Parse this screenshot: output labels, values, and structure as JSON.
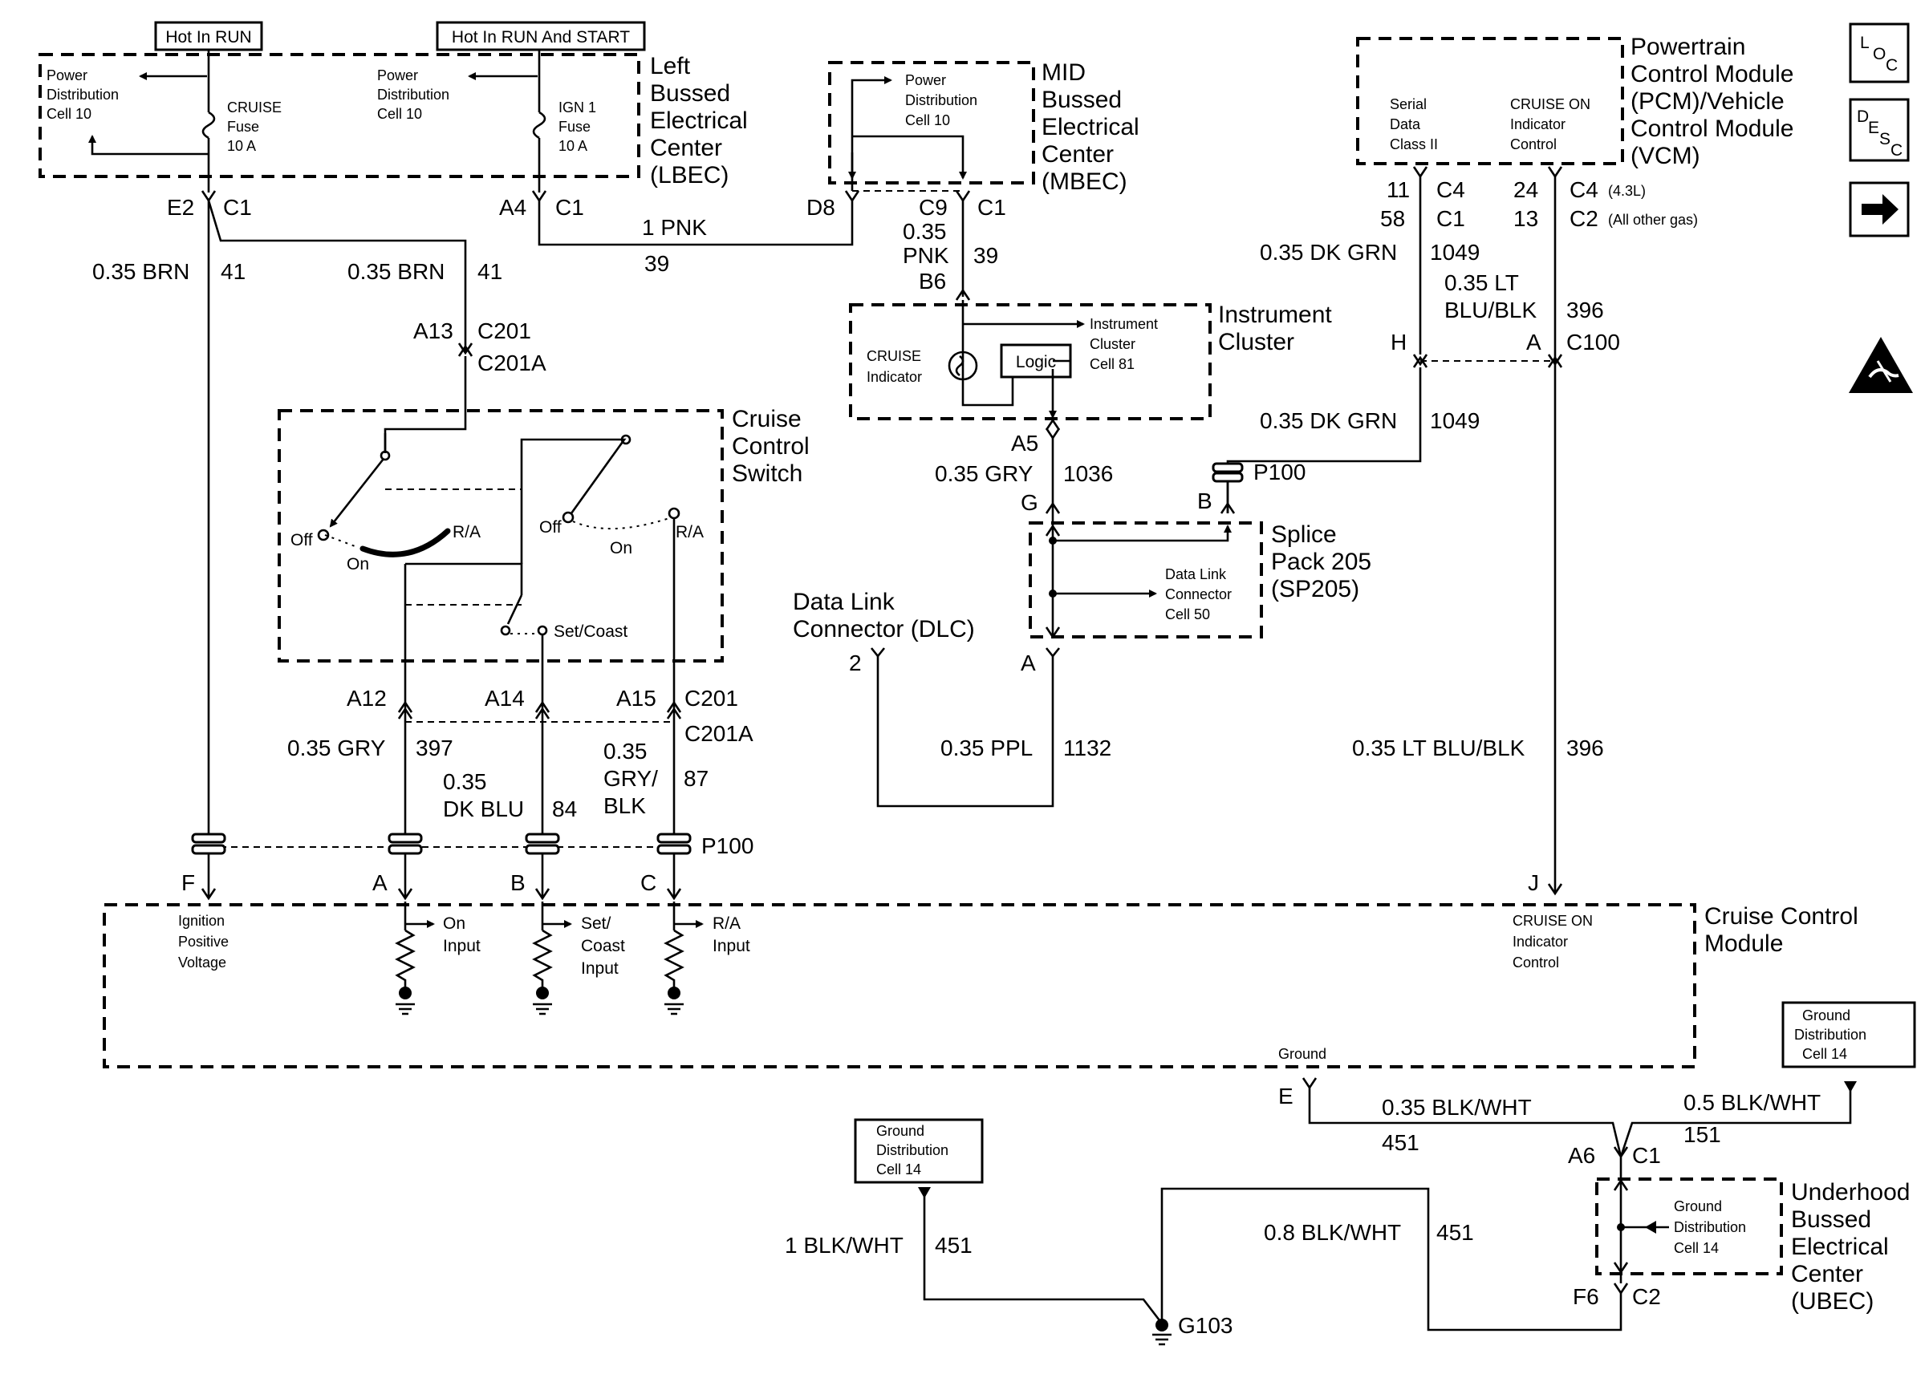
{
  "components": {
    "lbec": {
      "title": [
        "Left",
        "Bussed",
        "Electrical",
        "Center",
        "(LBEC)"
      ],
      "hot_run": "Hot In RUN",
      "hot_run_start": "Hot In RUN And START",
      "pd_left": [
        "Power",
        "Distribution",
        "Cell 10"
      ],
      "cruise_fuse": [
        "CRUISE",
        "Fuse",
        "10 A"
      ],
      "pd_mid": [
        "Power",
        "Distribution",
        "Cell 10"
      ],
      "ign_fuse": [
        "IGN 1",
        "Fuse",
        "10 A"
      ]
    },
    "mbec": {
      "title": [
        "MID",
        "Bussed",
        "Electrical",
        "Center",
        "(MBEC)"
      ],
      "pd": [
        "Power",
        "Distribution",
        "Cell 10"
      ]
    },
    "pcm": {
      "title": [
        "Powertrain",
        "Control Module",
        "(PCM)/Vehicle",
        "Control Module",
        "(VCM)"
      ],
      "serial": [
        "Serial",
        "Data",
        "Class II"
      ],
      "cruise_on": [
        "CRUISE ON",
        "Indicator",
        "Control"
      ]
    },
    "cluster": {
      "title": [
        "Instrument",
        "Cluster"
      ],
      "cruise_indicator": [
        "CRUISE",
        "Indicator"
      ],
      "logic": "Logic",
      "ic_cell": [
        "Instrument",
        "Cluster",
        "Cell 81"
      ]
    },
    "switch": {
      "title": [
        "Cruise",
        "Control",
        "Switch"
      ],
      "off1": "Off",
      "on1": "On",
      "ra1": "R/A",
      "off2": "Off",
      "on2": "On",
      "ra2": "R/A",
      "set_coast": "Set/Coast"
    },
    "splice": {
      "title": [
        "Splice",
        "Pack 205",
        "(SP205)"
      ],
      "dlc_cell": [
        "Data Link",
        "Connector",
        "Cell 50"
      ]
    },
    "dlc": {
      "title": [
        "Data Link",
        "Connector (DLC)"
      ]
    },
    "ccm": {
      "title": [
        "Cruise Control",
        "Module"
      ],
      "ign_pos": [
        "Ignition",
        "Positive",
        "Voltage"
      ],
      "on_input": [
        "On",
        "Input"
      ],
      "set_input": [
        "Set/",
        "Coast",
        "Input"
      ],
      "ra_input": [
        "R/A",
        "Input"
      ],
      "cruise_on": [
        "CRUISE ON",
        "Indicator",
        "Control"
      ],
      "ground": "Ground"
    },
    "ubec": {
      "title": [
        "Underhood",
        "Bussed",
        "Electrical",
        "Center",
        "(UBEC)"
      ],
      "gd": [
        "Ground",
        "Distribution",
        "Cell 14"
      ]
    },
    "gd_right": [
      "Ground",
      "Distribution",
      "Cell 14"
    ],
    "gd_left": [
      "Ground",
      "Distribution",
      "Cell 14"
    ],
    "ground": "G103"
  },
  "icons": {
    "loc": "LOC",
    "desc": "DESC",
    "arrow": "right-arrow-icon",
    "esd": "esd-warning-icon"
  },
  "pins": {
    "e2": "E2",
    "c1_e2": "C1",
    "a4": "A4",
    "c1_a4": "C1",
    "d8": "D8",
    "c9": "C9",
    "c1_c9": "C1",
    "b6": "B6",
    "a13": "A13",
    "c201_a13": "C201",
    "c201a_a13": "C201A",
    "a5": "A5",
    "g": "G",
    "b": "B",
    "p100_b": "P100",
    "a_dlc": "A",
    "pin2": "2",
    "a12": "A12",
    "a14": "A14",
    "a15": "A15",
    "c201": "C201",
    "c201a": "C201A",
    "p100": "P100",
    "f": "F",
    "a": "A",
    "b2": "B",
    "c": "C",
    "j": "J",
    "p11": "11",
    "c4": "C4",
    "p58": "58",
    "c1_58": "C1",
    "p24": "24",
    "c4b": "C4",
    "c4_note": "(4.3L)",
    "p13": "13",
    "c2": "C2",
    "c2_note": "(All other gas)",
    "h": "H",
    "a_c100": "A",
    "c100": "C100",
    "e": "E",
    "a6": "A6",
    "c1_a6": "C1",
    "f6": "F6",
    "c2_f6": "C2"
  },
  "wires": {
    "w1_size": "0.35 BRN",
    "w1_ckt": "41",
    "w2_size": "0.35 BRN",
    "w2_ckt": "41",
    "w3_size": "1 PNK",
    "w3_ckt": "39",
    "w4_size": [
      "0.35",
      "PNK"
    ],
    "w4_ckt": "39",
    "w5_size": "0.35 GRY",
    "w5_ckt": "1036",
    "w6_size": "0.35 DK GRN",
    "w6_ckt": "1049",
    "w7_size": [
      "0.35 LT",
      "BLU/BLK"
    ],
    "w7_ckt": "396",
    "w8_size": "0.35 DK GRN",
    "w8_ckt": "1049",
    "w9_size": "0.35 PPL",
    "w9_ckt": "1132",
    "w10_size": "0.35 GRY",
    "w10_ckt": "397",
    "w11_size": [
      "0.35",
      "DK BLU"
    ],
    "w11_ckt": "84",
    "w12_size": [
      "0.35",
      "GRY/",
      "BLK"
    ],
    "w12_ckt": "87",
    "w13_size": "0.35 LT BLU/BLK",
    "w13_ckt": "396",
    "w14_size": "0.35 BLK/WHT",
    "w14_ckt": "451",
    "w15_size": "0.5 BLK/WHT",
    "w15_ckt": "151",
    "w16_size": "1 BLK/WHT",
    "w16_ckt": "451",
    "w17_size": "0.8 BLK/WHT",
    "w17_ckt": "451"
  }
}
